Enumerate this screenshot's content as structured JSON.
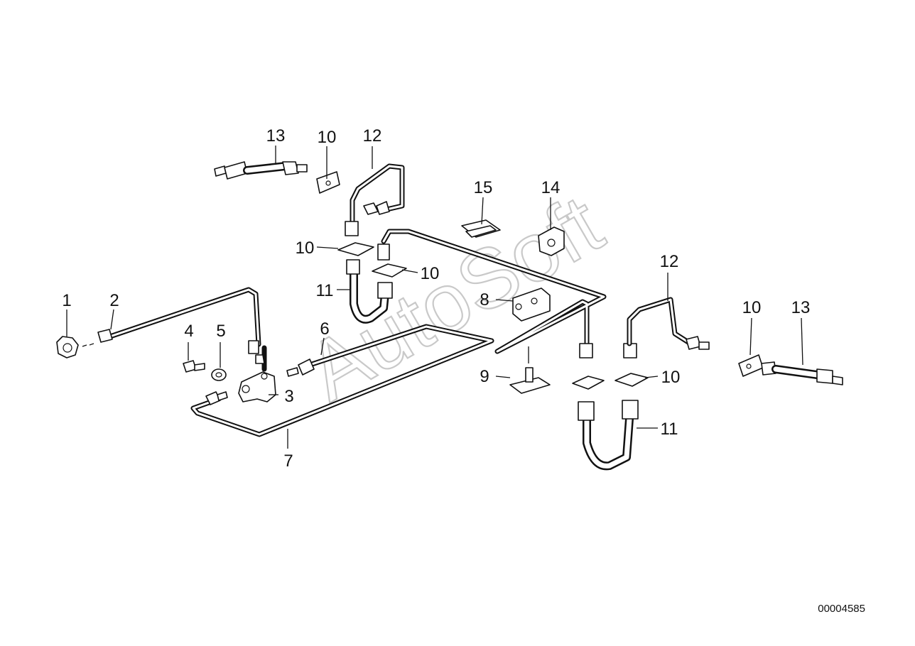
{
  "diagram": {
    "watermark": "AutoSoft",
    "document_number": "00004585",
    "callouts": {
      "c1": "1",
      "c2": "2",
      "c3": "3",
      "c4": "4",
      "c5": "5",
      "c6": "6",
      "c7": "7",
      "c8": "8",
      "c9": "9",
      "c10a": "10",
      "c10b": "10",
      "c10c": "10",
      "c10d": "10",
      "c10e": "10",
      "c11a": "11",
      "c11b": "11",
      "c12a": "12",
      "c12b": "12",
      "c13a": "13",
      "c13b": "13",
      "c14": "14",
      "c15": "15"
    }
  }
}
